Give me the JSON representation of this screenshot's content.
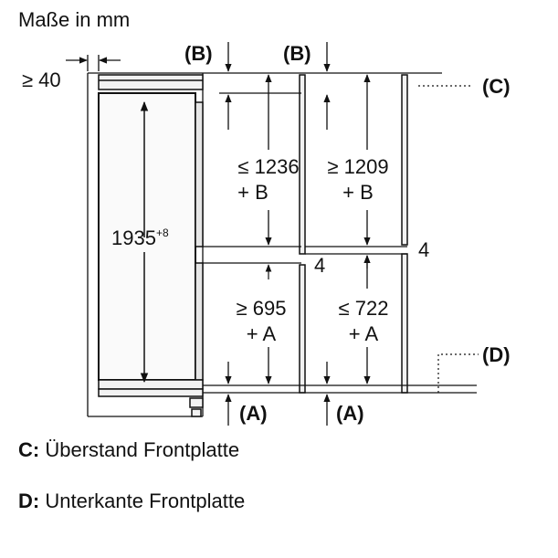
{
  "diagram": {
    "title": "Maße in mm",
    "min_40": "≥ 40",
    "b_left": "(B)",
    "b_right": "(B)",
    "c_label": "(C)",
    "d_label": "(D)",
    "a_left": "(A)",
    "a_right": "(A)",
    "height_main": "1935",
    "height_main_tolerance": "+8",
    "upper_left_1": "≤ 1236",
    "upper_left_2": "+ B",
    "upper_right_1": "≥ 1209",
    "upper_right_2": "+ B",
    "lower_left_1": "≥ 695",
    "lower_left_2": "+ A",
    "lower_right_1": "≤ 722",
    "lower_right_2": "+ A",
    "gap_left": "4",
    "gap_right": "4",
    "color_line": "#111111",
    "color_panel": "#f2f2f2"
  },
  "legend": {
    "c_key": "C:",
    "c_text": "Überstand Frontplatte",
    "d_key": "D:",
    "d_text": "Unterkante Frontplatte"
  }
}
